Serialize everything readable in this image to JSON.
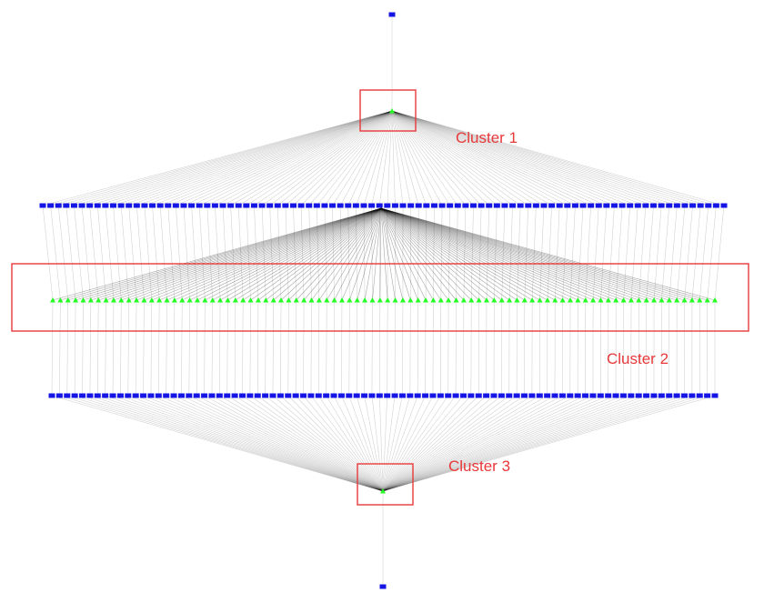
{
  "colors": {
    "blue_node": "#1515e6",
    "green_node": "#22ff22",
    "edge": "#000000",
    "cluster_box": "#e8383a",
    "cluster_label": "#e8383a",
    "background": "#ffffff"
  },
  "clusters": [
    {
      "id": "cluster-1",
      "label": "Cluster 1"
    },
    {
      "id": "cluster-2",
      "label": "Cluster 2"
    },
    {
      "id": "cluster-3",
      "label": "Cluster 3"
    }
  ],
  "layers": [
    {
      "name": "top-source",
      "color": "blue",
      "count": 1
    },
    {
      "name": "hub-1",
      "color": "green",
      "count": 1
    },
    {
      "name": "blue-row-1",
      "color": "blue",
      "count": 88
    },
    {
      "name": "green-row",
      "color": "green",
      "count": 88
    },
    {
      "name": "blue-row-2",
      "color": "blue",
      "count": 88
    },
    {
      "name": "hub-3",
      "color": "green",
      "count": 1
    },
    {
      "name": "bottom-sink",
      "color": "blue",
      "count": 1
    }
  ]
}
